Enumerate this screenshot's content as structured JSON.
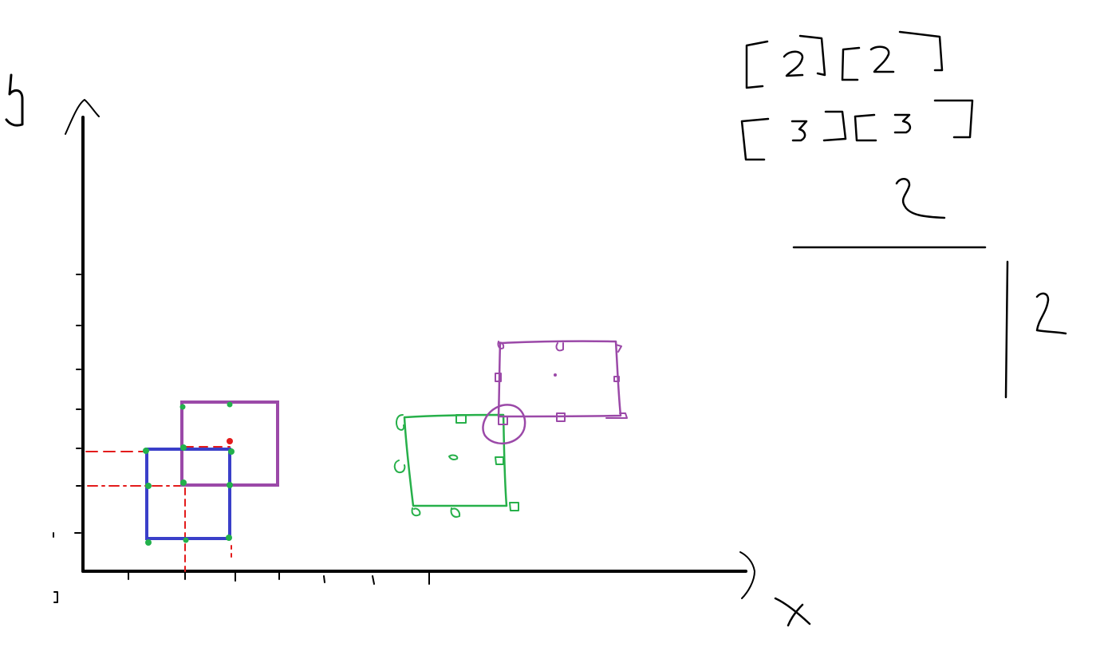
{
  "axes": {
    "x_label": "x",
    "y_label": "y"
  },
  "colors": {
    "axis": "#000000",
    "blue_box": "#3a3fc9",
    "purple_box": "#9b49a8",
    "green_box": "#27b04a",
    "green_points": "#22b14c",
    "red_guides": "#e31b1b",
    "annotation": "#000000"
  },
  "annotations": {
    "matrix": "[2][2] [3][3]",
    "top_number": "2",
    "side_number": "2"
  },
  "icons": {
    "x_axis_arrow": "chevron-right-icon",
    "y_axis_arrow": "chevron-up-icon"
  }
}
